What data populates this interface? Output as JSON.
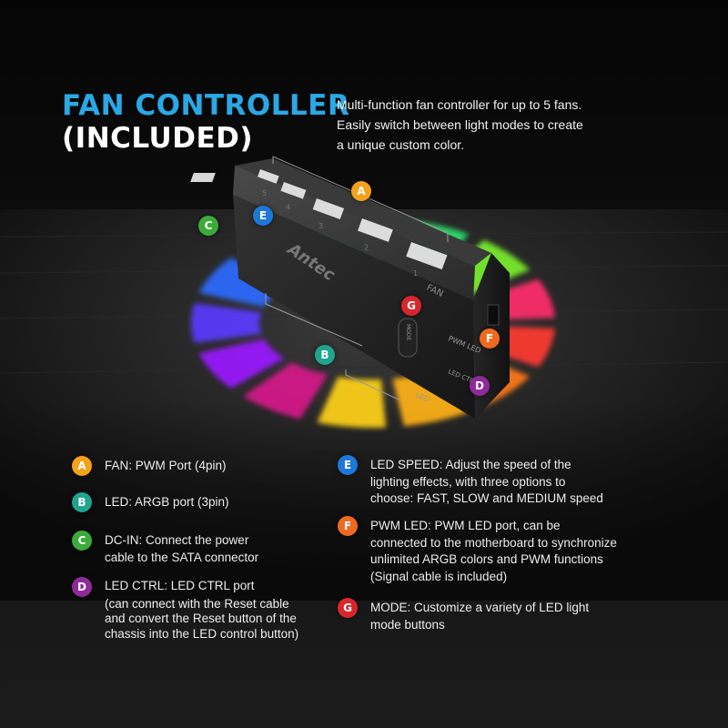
{
  "title": {
    "line1": "FAN CONTROLLER",
    "line2": "(INCLUDED)"
  },
  "intro": [
    "Multi-function fan controller for up to 5 fans.",
    "Easily switch between light modes to create",
    "a unique custom color."
  ],
  "device": {
    "brand": "Antec",
    "port_numbers": [
      "5",
      "4",
      "3",
      "2",
      "1"
    ],
    "labels": {
      "fan": "FAN",
      "pwm_led": "PWM LED",
      "led_ctrl": "LED CTRL",
      "led": "LED",
      "mode": "MODE"
    }
  },
  "markers": {
    "A": {
      "letter": "A",
      "color": "#f4a21c"
    },
    "B": {
      "letter": "B",
      "color": "#1fa58e"
    },
    "C": {
      "letter": "C",
      "color": "#3cab3a"
    },
    "D": {
      "letter": "D",
      "color": "#8e2a9a"
    },
    "E": {
      "letter": "E",
      "color": "#1d78d8"
    },
    "F": {
      "letter": "F",
      "color": "#ef6a21"
    },
    "G": {
      "letter": "G",
      "color": "#d8262a"
    }
  },
  "legend": {
    "A": {
      "letter": "A",
      "lines": [
        "FAN: PWM Port (4pin)"
      ]
    },
    "B": {
      "letter": "B",
      "lines": [
        "LED: ARGB port (3pin)"
      ]
    },
    "C": {
      "letter": "C",
      "lines": [
        "DC-IN: Connect the power",
        "cable to the SATA connector"
      ]
    },
    "D": {
      "letter": "D",
      "lines": [
        "LED CTRL: LED CTRL port",
        "(can connect with the Reset cable",
        "and convert the Reset button of the",
        "chassis into the LED control button)"
      ]
    },
    "E": {
      "letter": "E",
      "lines": [
        "LED SPEED: Adjust the speed of the",
        "lighting effects, with three options to",
        "choose: FAST, SLOW and MEDIUM speed"
      ]
    },
    "F": {
      "letter": "F",
      "lines": [
        "PWM LED: PWM LED port, can be",
        "connected to the motherboard to synchronize",
        "unlimited ARGB colors and PWM functions",
        "(Signal cable is included)"
      ]
    },
    "G": {
      "letter": "G",
      "lines": [
        "MODE: Customize a variety of LED light",
        "mode buttons"
      ]
    }
  }
}
